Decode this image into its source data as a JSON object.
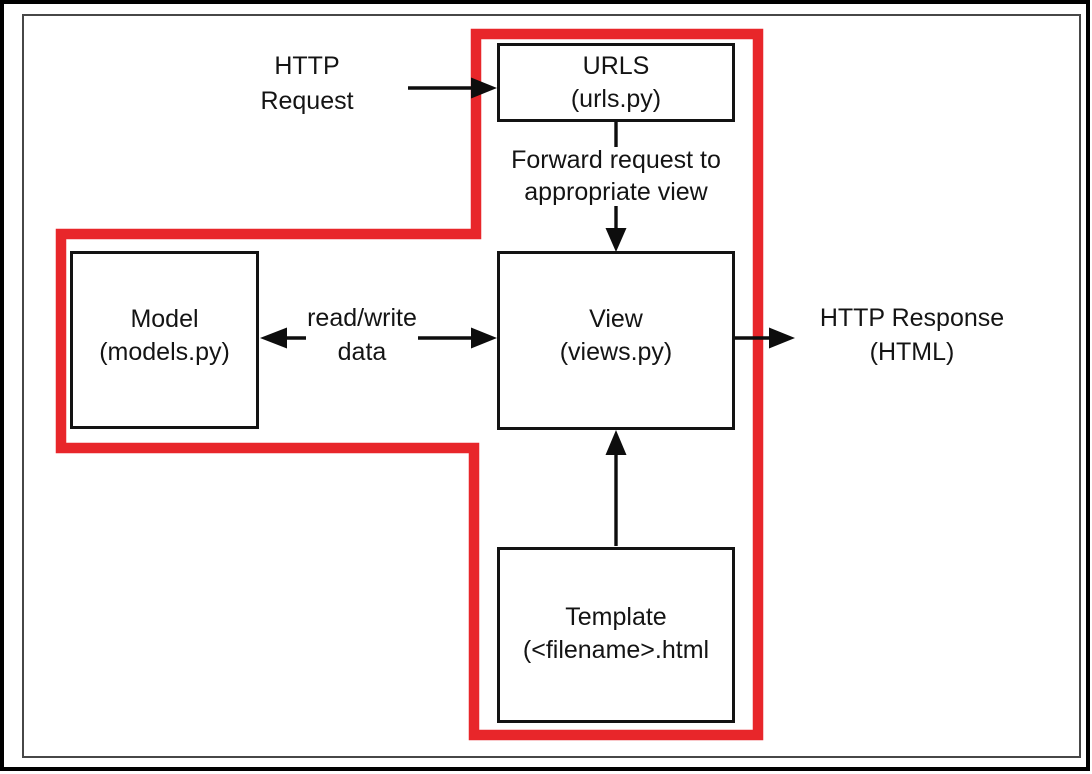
{
  "colors": {
    "highlight_red": "#e8262a",
    "diagram_black": "#0d0d0d",
    "frame_gray": "#474747"
  },
  "nodes": {
    "urls": {
      "line1": "URLS",
      "line2": "(urls.py)"
    },
    "model": {
      "line1": "Model",
      "line2": "(models.py)"
    },
    "view": {
      "line1": "View",
      "line2": "(views.py)"
    },
    "template": {
      "line1": "Template",
      "line2": "(<filename>.html"
    }
  },
  "labels": {
    "http_request": {
      "line1": "HTTP",
      "line2": "Request"
    },
    "forward": {
      "line1": "Forward request to",
      "line2": "appropriate view"
    },
    "read_write": {
      "line1": "read/write",
      "line2": "data"
    },
    "http_response": {
      "line1": "HTTP Response",
      "line2": "(HTML)"
    }
  }
}
